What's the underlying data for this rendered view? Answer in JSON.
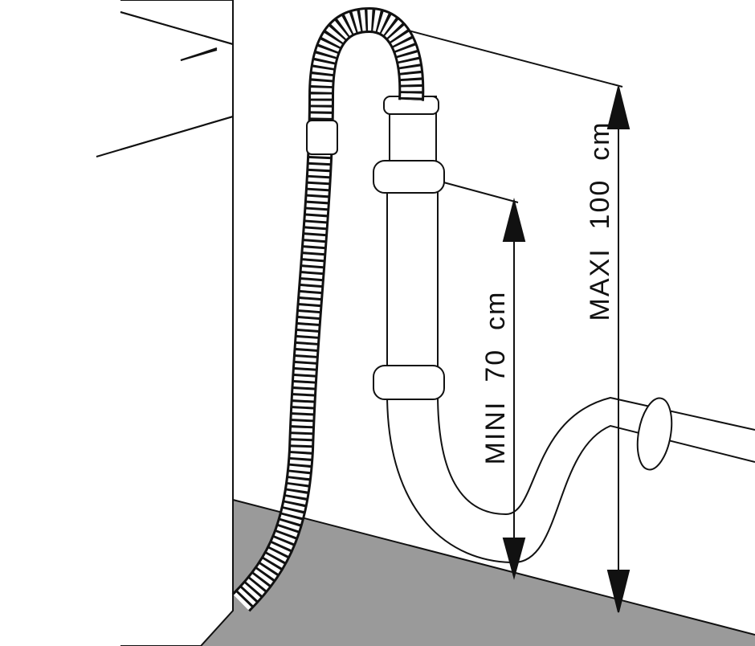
{
  "diagram": {
    "min_label": "MINI  70  cm",
    "max_label": "MAXI  100  cm",
    "min_height_cm": 70,
    "max_height_cm": 100,
    "colors": {
      "line": "#111111",
      "floor": "#9a9a9a",
      "background": "#ffffff"
    }
  }
}
